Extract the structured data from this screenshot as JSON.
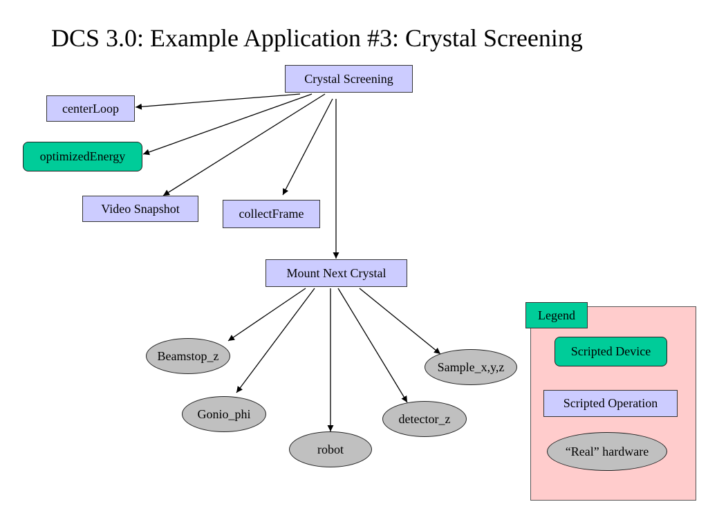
{
  "title": "DCS 3.0: Example Application #3: Crystal Screening",
  "colors": {
    "scripted_operation": "#ccccff",
    "scripted_device": "#00cc99",
    "real_hardware": "#c0c0c0",
    "legend_background": "#ffcccc"
  },
  "nodes": {
    "crystal_screening": "Crystal Screening",
    "center_loop": "centerLoop",
    "optimized_energy": "optimizedEnergy",
    "video_snapshot": "Video Snapshot",
    "collect_frame": "collectFrame",
    "mount_next_crystal": "Mount Next Crystal",
    "beamstop_z": "Beamstop_z",
    "gonio_phi": "Gonio_phi",
    "robot": "robot",
    "detector_z": "detector_z",
    "sample_xyz": "Sample_x,y,z"
  },
  "legend": {
    "title": "Legend",
    "scripted_device": "Scripted Device",
    "scripted_operation": "Scripted Operation",
    "real_hardware": "“Real” hardware"
  }
}
